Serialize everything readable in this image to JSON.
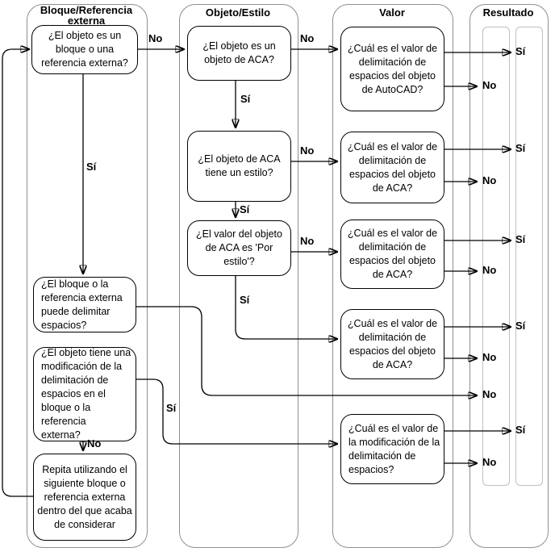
{
  "diagram": {
    "lanes": {
      "block_xref": {
        "title": "Bloque/Referencia\nexterna"
      },
      "object_style": {
        "title": "Objeto/Estilo"
      },
      "value": {
        "title": "Valor"
      },
      "result": {
        "title": "Resultado"
      }
    },
    "nodes": {
      "l1": {
        "text": "¿El objeto es un\nbloque o una\nreferencia externa?"
      },
      "l2": {
        "text": "¿El bloque o la\nreferencia externa\npuede delimitar\nespacios?"
      },
      "l3": {
        "text": "¿El objeto tiene una\nmodificación de la\ndelimitación de\nespacios en el\nbloque o la referencia\nexterna?"
      },
      "l4": {
        "text": "Repita utilizando el\nsiguiente bloque o\nreferencia externa\ndentro del que acaba\nde considerar"
      },
      "m1": {
        "text": "¿El objeto es un\nobjeto de ACA?"
      },
      "m2": {
        "text": "¿El objeto de ACA\ntiene un estilo?"
      },
      "m3": {
        "text": "¿El valor del objeto\nde ACA es 'Por\nestilo'?"
      },
      "v1": {
        "text": "¿Cuál es el valor de\ndelimitación de\nespacios del objeto\nde AutoCAD?"
      },
      "v2": {
        "text": "¿Cuál es el valor de\ndelimitación de\nespacios del objeto\nde ACA?"
      },
      "v3": {
        "text": "¿Cuál es el valor de\ndelimitación de\nespacios del objeto\nde ACA?"
      },
      "v4": {
        "text": "¿Cuál es el valor de\ndelimitación de\nespacios del objeto\nde ACA?"
      },
      "v5": {
        "text": "¿Cuál es el valor de\nla modificación de la\ndelimitación de\nespacios?"
      }
    },
    "labels": {
      "yes": "Sí",
      "no": "No"
    },
    "colors": {
      "line": "#000000",
      "lane_border": "#8f8f8f",
      "inner_lane_border": "#bfbfbf",
      "background": "#ffffff"
    }
  }
}
